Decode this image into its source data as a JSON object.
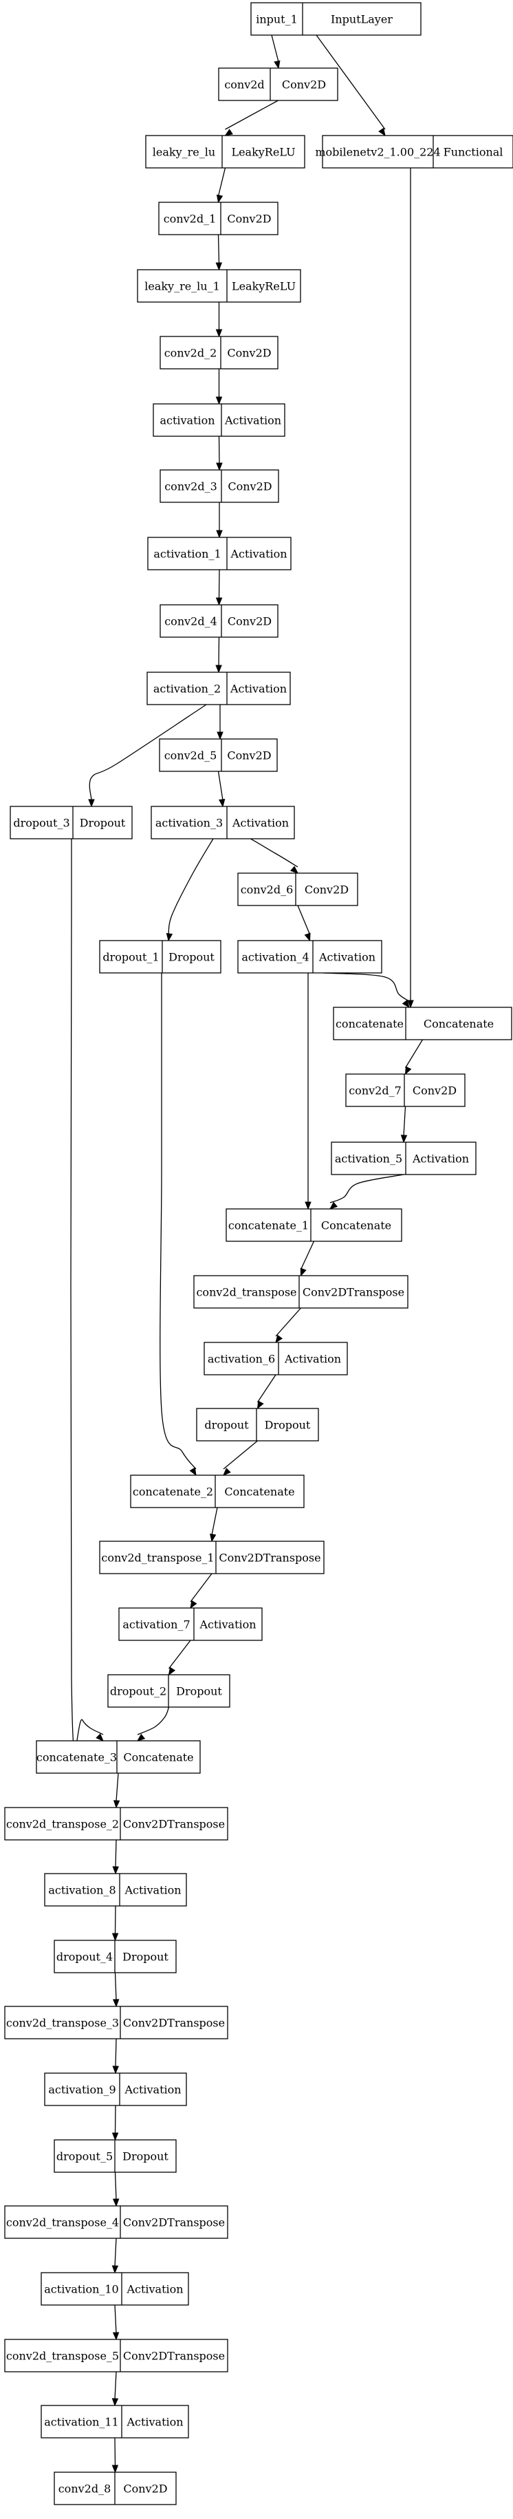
{
  "diagram": {
    "nodes": [
      {
        "id": "input_1",
        "name": "input_1",
        "type": "InputLayer"
      },
      {
        "id": "conv2d",
        "name": "conv2d",
        "type": "Conv2D"
      },
      {
        "id": "leaky_re_lu",
        "name": "leaky_re_lu",
        "type": "LeakyReLU"
      },
      {
        "id": "mobilenet",
        "name": "mobilenetv2_1.00_224",
        "type": "Functional"
      },
      {
        "id": "conv2d_1",
        "name": "conv2d_1",
        "type": "Conv2D"
      },
      {
        "id": "leaky_re_lu_1",
        "name": "leaky_re_lu_1",
        "type": "LeakyReLU"
      },
      {
        "id": "conv2d_2",
        "name": "conv2d_2",
        "type": "Conv2D"
      },
      {
        "id": "activation",
        "name": "activation",
        "type": "Activation"
      },
      {
        "id": "conv2d_3",
        "name": "conv2d_3",
        "type": "Conv2D"
      },
      {
        "id": "activation_1",
        "name": "activation_1",
        "type": "Activation"
      },
      {
        "id": "conv2d_4",
        "name": "conv2d_4",
        "type": "Conv2D"
      },
      {
        "id": "activation_2",
        "name": "activation_2",
        "type": "Activation"
      },
      {
        "id": "conv2d_5",
        "name": "conv2d_5",
        "type": "Conv2D"
      },
      {
        "id": "dropout_3",
        "name": "dropout_3",
        "type": "Dropout"
      },
      {
        "id": "activation_3",
        "name": "activation_3",
        "type": "Activation"
      },
      {
        "id": "conv2d_6",
        "name": "conv2d_6",
        "type": "Conv2D"
      },
      {
        "id": "dropout_1",
        "name": "dropout_1",
        "type": "Dropout"
      },
      {
        "id": "activation_4",
        "name": "activation_4",
        "type": "Activation"
      },
      {
        "id": "concatenate",
        "name": "concatenate",
        "type": "Concatenate"
      },
      {
        "id": "conv2d_7",
        "name": "conv2d_7",
        "type": "Conv2D"
      },
      {
        "id": "activation_5",
        "name": "activation_5",
        "type": "Activation"
      },
      {
        "id": "concatenate_1",
        "name": "concatenate_1",
        "type": "Concatenate"
      },
      {
        "id": "conv2d_transpose",
        "name": "conv2d_transpose",
        "type": "Conv2DTranspose"
      },
      {
        "id": "activation_6",
        "name": "activation_6",
        "type": "Activation"
      },
      {
        "id": "dropout",
        "name": "dropout",
        "type": "Dropout"
      },
      {
        "id": "concatenate_2",
        "name": "concatenate_2",
        "type": "Concatenate"
      },
      {
        "id": "conv2d_transpose_1",
        "name": "conv2d_transpose_1",
        "type": "Conv2DTranspose"
      },
      {
        "id": "activation_7",
        "name": "activation_7",
        "type": "Activation"
      },
      {
        "id": "dropout_2",
        "name": "dropout_2",
        "type": "Dropout"
      },
      {
        "id": "concatenate_3",
        "name": "concatenate_3",
        "type": "Concatenate"
      },
      {
        "id": "conv2d_transpose_2",
        "name": "conv2d_transpose_2",
        "type": "Conv2DTranspose"
      },
      {
        "id": "activation_8",
        "name": "activation_8",
        "type": "Activation"
      },
      {
        "id": "dropout_4",
        "name": "dropout_4",
        "type": "Dropout"
      },
      {
        "id": "conv2d_transpose_3",
        "name": "conv2d_transpose_3",
        "type": "Conv2DTranspose"
      },
      {
        "id": "activation_9",
        "name": "activation_9",
        "type": "Activation"
      },
      {
        "id": "dropout_5",
        "name": "dropout_5",
        "type": "Dropout"
      },
      {
        "id": "conv2d_transpose_4",
        "name": "conv2d_transpose_4",
        "type": "Conv2DTranspose"
      },
      {
        "id": "activation_10",
        "name": "activation_10",
        "type": "Activation"
      },
      {
        "id": "conv2d_transpose_5",
        "name": "conv2d_transpose_5",
        "type": "Conv2DTranspose"
      },
      {
        "id": "activation_11",
        "name": "activation_11",
        "type": "Activation"
      },
      {
        "id": "conv2d_8",
        "name": "conv2d_8",
        "type": "Conv2D"
      }
    ],
    "edges": [
      [
        "input_1",
        "conv2d"
      ],
      [
        "input_1",
        "mobilenet"
      ],
      [
        "conv2d",
        "leaky_re_lu"
      ],
      [
        "leaky_re_lu",
        "conv2d_1"
      ],
      [
        "conv2d_1",
        "leaky_re_lu_1"
      ],
      [
        "leaky_re_lu_1",
        "conv2d_2"
      ],
      [
        "conv2d_2",
        "activation"
      ],
      [
        "activation",
        "conv2d_3"
      ],
      [
        "conv2d_3",
        "activation_1"
      ],
      [
        "activation_1",
        "conv2d_4"
      ],
      [
        "conv2d_4",
        "activation_2"
      ],
      [
        "activation_2",
        "dropout_3"
      ],
      [
        "activation_2",
        "conv2d_5"
      ],
      [
        "conv2d_5",
        "activation_3"
      ],
      [
        "activation_3",
        "dropout_1"
      ],
      [
        "activation_3",
        "conv2d_6"
      ],
      [
        "conv2d_6",
        "activation_4"
      ],
      [
        "activation_4",
        "concatenate"
      ],
      [
        "mobilenet",
        "concatenate"
      ],
      [
        "concatenate",
        "conv2d_7"
      ],
      [
        "conv2d_7",
        "activation_5"
      ],
      [
        "activation_4",
        "concatenate_1"
      ],
      [
        "activation_5",
        "concatenate_1"
      ],
      [
        "concatenate_1",
        "conv2d_transpose"
      ],
      [
        "conv2d_transpose",
        "activation_6"
      ],
      [
        "activation_6",
        "dropout"
      ],
      [
        "dropout_1",
        "concatenate_2"
      ],
      [
        "dropout",
        "concatenate_2"
      ],
      [
        "concatenate_2",
        "conv2d_transpose_1"
      ],
      [
        "conv2d_transpose_1",
        "activation_7"
      ],
      [
        "activation_7",
        "dropout_2"
      ],
      [
        "dropout_3",
        "concatenate_3"
      ],
      [
        "dropout_2",
        "concatenate_3"
      ],
      [
        "concatenate_3",
        "conv2d_transpose_2"
      ],
      [
        "conv2d_transpose_2",
        "activation_8"
      ],
      [
        "activation_8",
        "dropout_4"
      ],
      [
        "dropout_4",
        "conv2d_transpose_3"
      ],
      [
        "conv2d_transpose_3",
        "activation_9"
      ],
      [
        "activation_9",
        "dropout_5"
      ],
      [
        "dropout_5",
        "conv2d_transpose_4"
      ],
      [
        "conv2d_transpose_4",
        "activation_10"
      ],
      [
        "activation_10",
        "conv2d_transpose_5"
      ],
      [
        "conv2d_transpose_5",
        "activation_11"
      ],
      [
        "activation_11",
        "conv2d_8"
      ]
    ]
  }
}
